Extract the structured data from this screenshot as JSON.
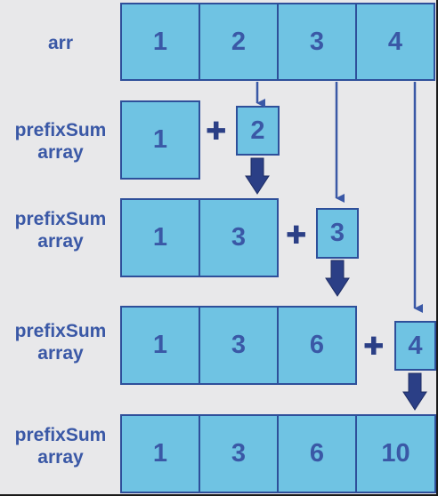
{
  "rows": [
    {
      "label": [
        "arr"
      ],
      "values": [
        "1",
        "2",
        "3",
        "4"
      ]
    },
    {
      "label": [
        "prefixSum",
        "array"
      ],
      "values": [
        "1"
      ],
      "added": "2"
    },
    {
      "label": [
        "prefixSum",
        "array"
      ],
      "values": [
        "1",
        "3"
      ],
      "added": "3"
    },
    {
      "label": [
        "prefixSum",
        "array"
      ],
      "values": [
        "1",
        "3",
        "6"
      ],
      "added": "4"
    },
    {
      "label": [
        "prefixSum",
        "array"
      ],
      "values": [
        "1",
        "3",
        "6",
        "10"
      ]
    }
  ],
  "plus_symbol": "✚",
  "colors": {
    "background": "#e8e8ea",
    "cell_fill": "#6fc3e3",
    "cell_border": "#2e4f9a",
    "text": "#3a58a6",
    "arrow": "#3a58a6",
    "arrow_dark": "#2b3f86"
  }
}
